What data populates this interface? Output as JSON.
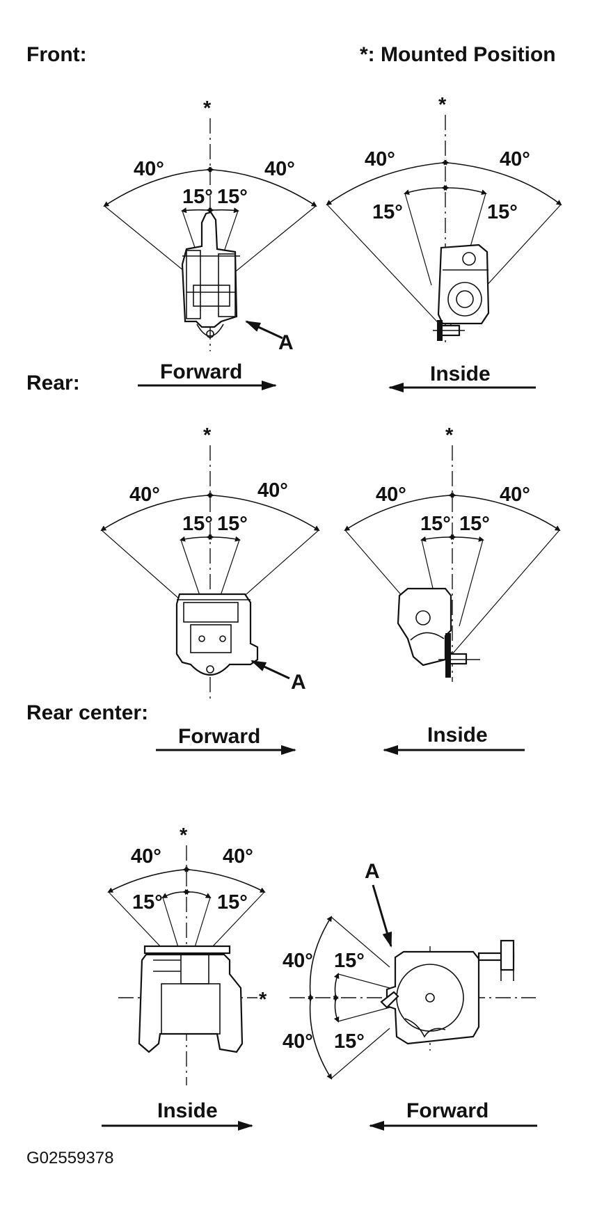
{
  "headings": {
    "front": "Front:",
    "mounted_note": "*: Mounted Position",
    "rear": "Rear:",
    "rear_center": "Rear center:"
  },
  "symbols": {
    "mounted": "*",
    "part_label": "A"
  },
  "angles": {
    "outer": "40°",
    "inner": "15°"
  },
  "directions": {
    "forward": "Forward",
    "inside": "Inside"
  },
  "figure_id": "G02559378"
}
